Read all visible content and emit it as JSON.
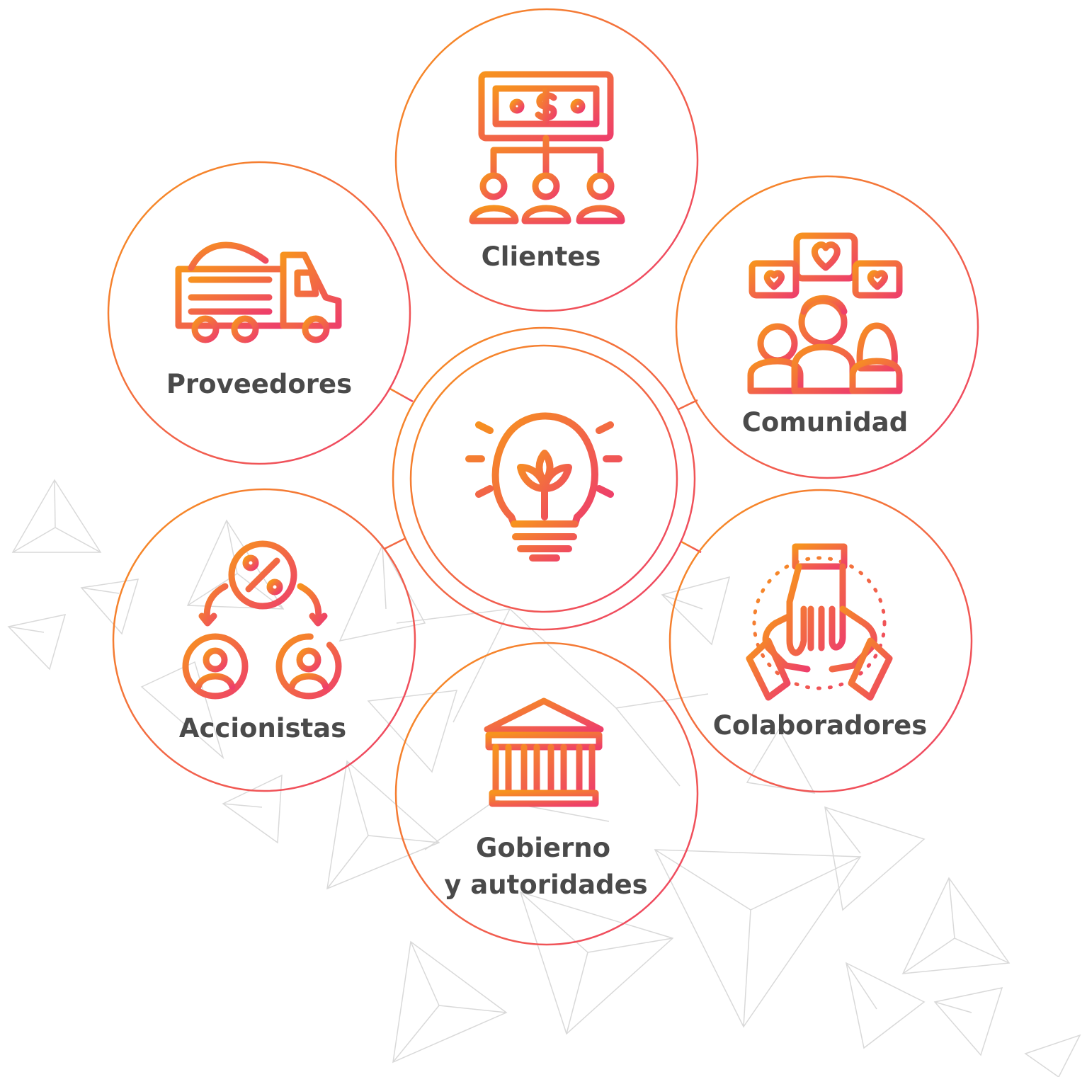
{
  "center": {
    "icon": "lightbulb-plant-icon"
  },
  "nodes": {
    "clientes": {
      "label": "Clientes",
      "icon": "money-network-icon"
    },
    "proveedores": {
      "label": "Proveedores",
      "icon": "dump-truck-icon"
    },
    "comunidad": {
      "label": "Comunidad",
      "icon": "community-hearts-icon"
    },
    "accionistas": {
      "label": "Accionistas",
      "icon": "percentage-shareholders-icon"
    },
    "colaboradores": {
      "label": "Colaboradores",
      "icon": "stacked-hands-icon"
    },
    "gobierno": {
      "label_line1": "Gobierno",
      "label_line2": "y autoridades",
      "icon": "government-building-icon"
    }
  },
  "colors": {
    "gradient_start": "#F7931E",
    "gradient_end": "#EE3F6A",
    "label_text": "#4a4a4a",
    "background_pattern": "#d9d9d9"
  }
}
